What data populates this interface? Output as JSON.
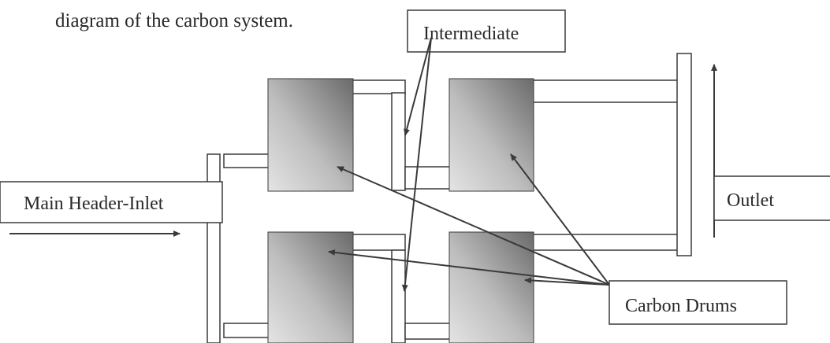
{
  "caption": "diagram of the carbon system.",
  "labels": {
    "intermediate": "Intermediate",
    "inlet": "Main Header-Inlet",
    "outlet": "Outlet",
    "drums": "Carbon Drums"
  },
  "colors": {
    "stroke": "#3a3a3a",
    "drum_light": "#e2e2e2",
    "drum_dark": "#6e6e6e",
    "text": "#2a2a2a"
  }
}
